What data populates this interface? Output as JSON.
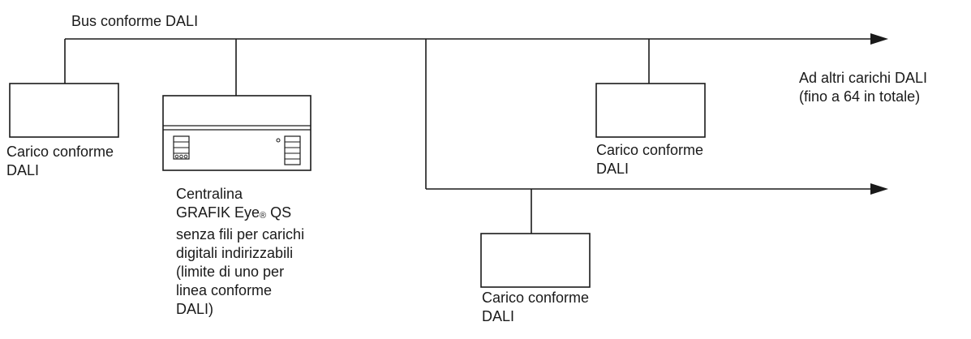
{
  "bus": {
    "label": "Bus conforme DALI"
  },
  "loads": [
    {
      "line1": "Carico conforme",
      "line2": "DALI"
    },
    {
      "line1": "Carico conforme",
      "line2": "DALI"
    },
    {
      "line1": "Carico conforme",
      "line2": "DALI"
    }
  ],
  "controller": {
    "line1": "Centralina",
    "line2_a": "GRAFIK Eye",
    "line2_reg": "®",
    "line2_b": " QS",
    "line3": "senza fili per carichi",
    "line4": "digitali indirizzabili",
    "line5": "(limite di uno per",
    "line6": "linea conforme",
    "line7": "DALI)"
  },
  "more_loads": {
    "line1": "Ad altri carichi DALI",
    "line2": "(fino a 64 in totale)"
  },
  "colors": {
    "line": "#1a1a1a",
    "text": "#1a1a1a",
    "background": "#ffffff"
  }
}
